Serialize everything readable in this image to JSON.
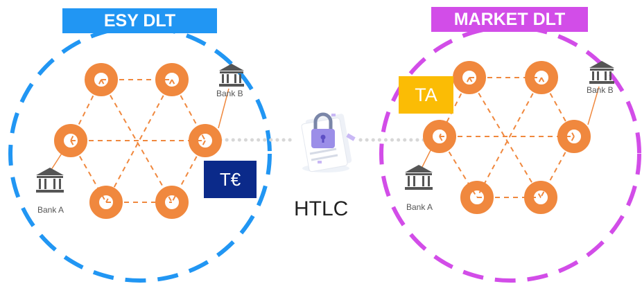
{
  "colors": {
    "esy_blue": "#2196F3",
    "market_purple": "#D24DE8",
    "node_orange": "#F0883E",
    "euro_token_bg": "#0B2A8A",
    "ta_token_bg": "#FBBC05",
    "connector_gray": "#d7d7d7"
  },
  "networks": {
    "esy": {
      "title": "ESY DLT",
      "bank_a": "Bank A",
      "bank_b": "Bank B",
      "token": "T€"
    },
    "market": {
      "title": "MARKET DLT",
      "bank_a": "Bank A",
      "bank_b": "Bank B",
      "token": "TA"
    }
  },
  "bridge": {
    "label": "HTLC",
    "icon": "padlock-document-icon"
  },
  "icons": {
    "bank": "bank-building-icon",
    "node": "ring-node-icon"
  }
}
